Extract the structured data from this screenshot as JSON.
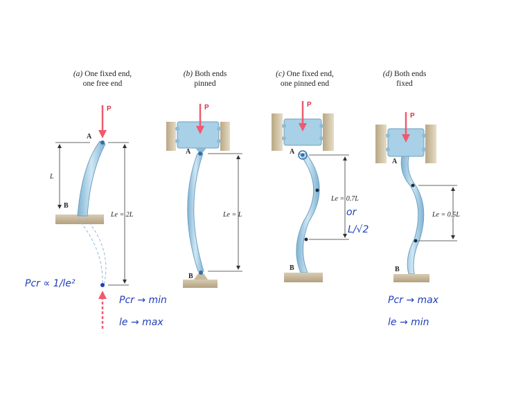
{
  "panels": [
    {
      "letter": "(a)",
      "caption_line1": "One fixed end,",
      "caption_line2": "one free end"
    },
    {
      "letter": "(b)",
      "caption_line1": "Both ends",
      "caption_line2": "pinned"
    },
    {
      "letter": "(c)",
      "caption_line1": "One fixed end,",
      "caption_line2": "one pinned end"
    },
    {
      "letter": "(d)",
      "caption_line1": "Both ends",
      "caption_line2": "fixed"
    }
  ],
  "load_label": "P",
  "point_labels": {
    "a": "A",
    "b": "B"
  },
  "dimensions": {
    "a_length": "L",
    "a_effective": "Le = 2L",
    "b_effective": "Le = L",
    "c_effective": "Le = 0.7L",
    "d_effective": "Le = 0.5L"
  },
  "handwritten": {
    "left_formula": "Pcr ∝ 1/le²",
    "left_note1": "Pcr → min",
    "left_note2": "le → max",
    "c_note1": "or",
    "c_note2": "L/√2",
    "d_note1": "Pcr → max",
    "d_note2": "le → min"
  },
  "colors": {
    "column": "#a8d0e6",
    "column_edge": "#6f9fbf",
    "load_arrow": "#ee5a6f",
    "support": "#c8b89c",
    "handwriting": "#1f3fb8"
  }
}
